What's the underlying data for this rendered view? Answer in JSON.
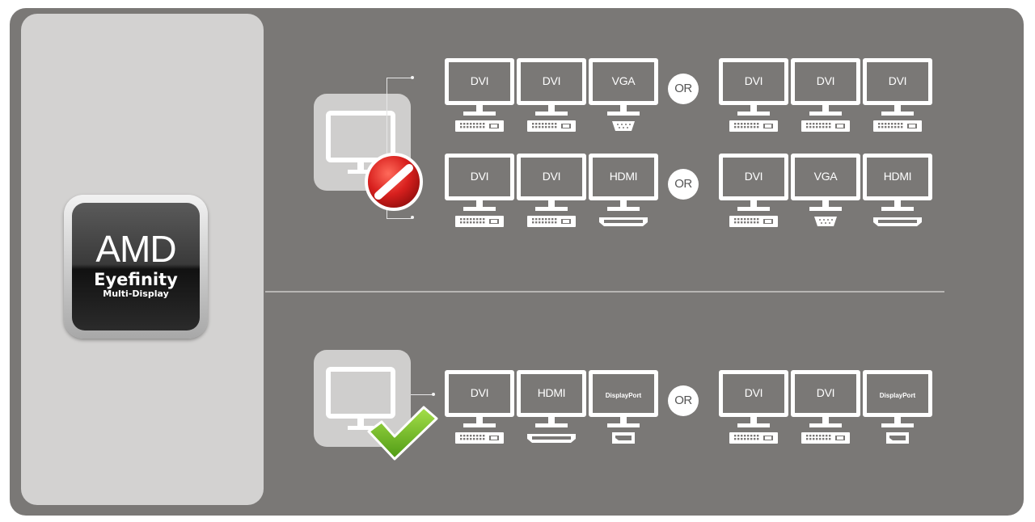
{
  "badge": {
    "brand": "AMD",
    "product": "Eyefinity",
    "tagline": "Multi-Display"
  },
  "or_label": "OR",
  "sections": [
    {
      "status": "not-supported",
      "status_icon": "prohibited-icon",
      "rows": [
        {
          "left": [
            "DVI",
            "DVI",
            "VGA"
          ],
          "right": [
            "DVI",
            "DVI",
            "DVI"
          ]
        },
        {
          "left": [
            "DVI",
            "DVI",
            "HDMI"
          ],
          "right": [
            "DVI",
            "VGA",
            "HDMI"
          ]
        }
      ]
    },
    {
      "status": "supported",
      "status_icon": "checkmark-icon",
      "rows": [
        {
          "left": [
            "DVI",
            "HDMI",
            "DisplayPort"
          ],
          "right": [
            "DVI",
            "DVI",
            "DisplayPort"
          ]
        }
      ]
    }
  ],
  "colors": {
    "panel": "#7a7876",
    "card": "#d3d2d1",
    "prohibited": "#d8201e",
    "check": "#7cc22a"
  }
}
